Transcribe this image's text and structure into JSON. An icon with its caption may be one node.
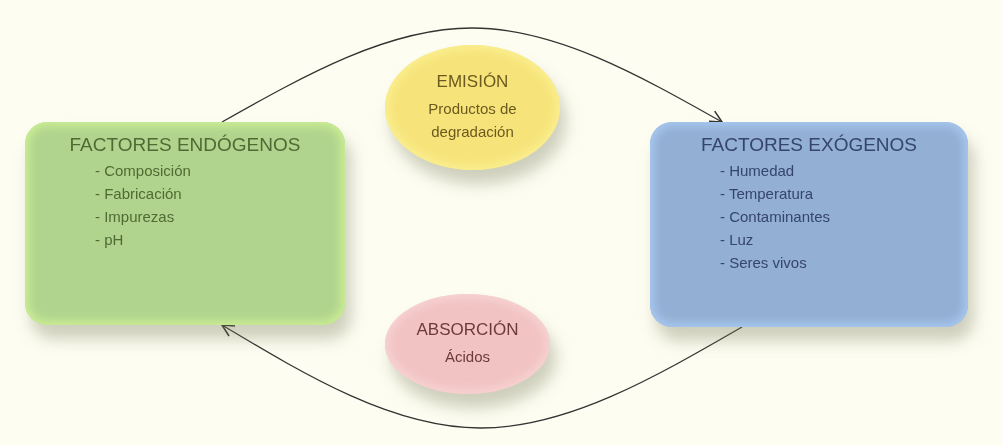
{
  "diagram": {
    "nodes": [
      {
        "text": [
          "FACTORES ENDÓGENOS",
          "- Composición",
          "- Fabricación",
          "- Impurezas",
          "- pH"
        ]
      },
      {
        "text": [
          "EMISIÓN",
          "Productos de degradación"
        ]
      },
      {
        "text": [
          "FACTORES EXÓGENOS",
          "- Humedad",
          "- Temperatura",
          "- Contaminantes",
          "- Luz",
          "- Seres vivos"
        ]
      },
      {
        "text": [
          "ABSORCIÓN",
          "Ácidos"
        ]
      }
    ],
    "edges": [
      {
        "from": 0,
        "to": 2,
        "arrow": "to"
      },
      {
        "from": 2,
        "to": 0,
        "arrow": "to"
      }
    ]
  }
}
